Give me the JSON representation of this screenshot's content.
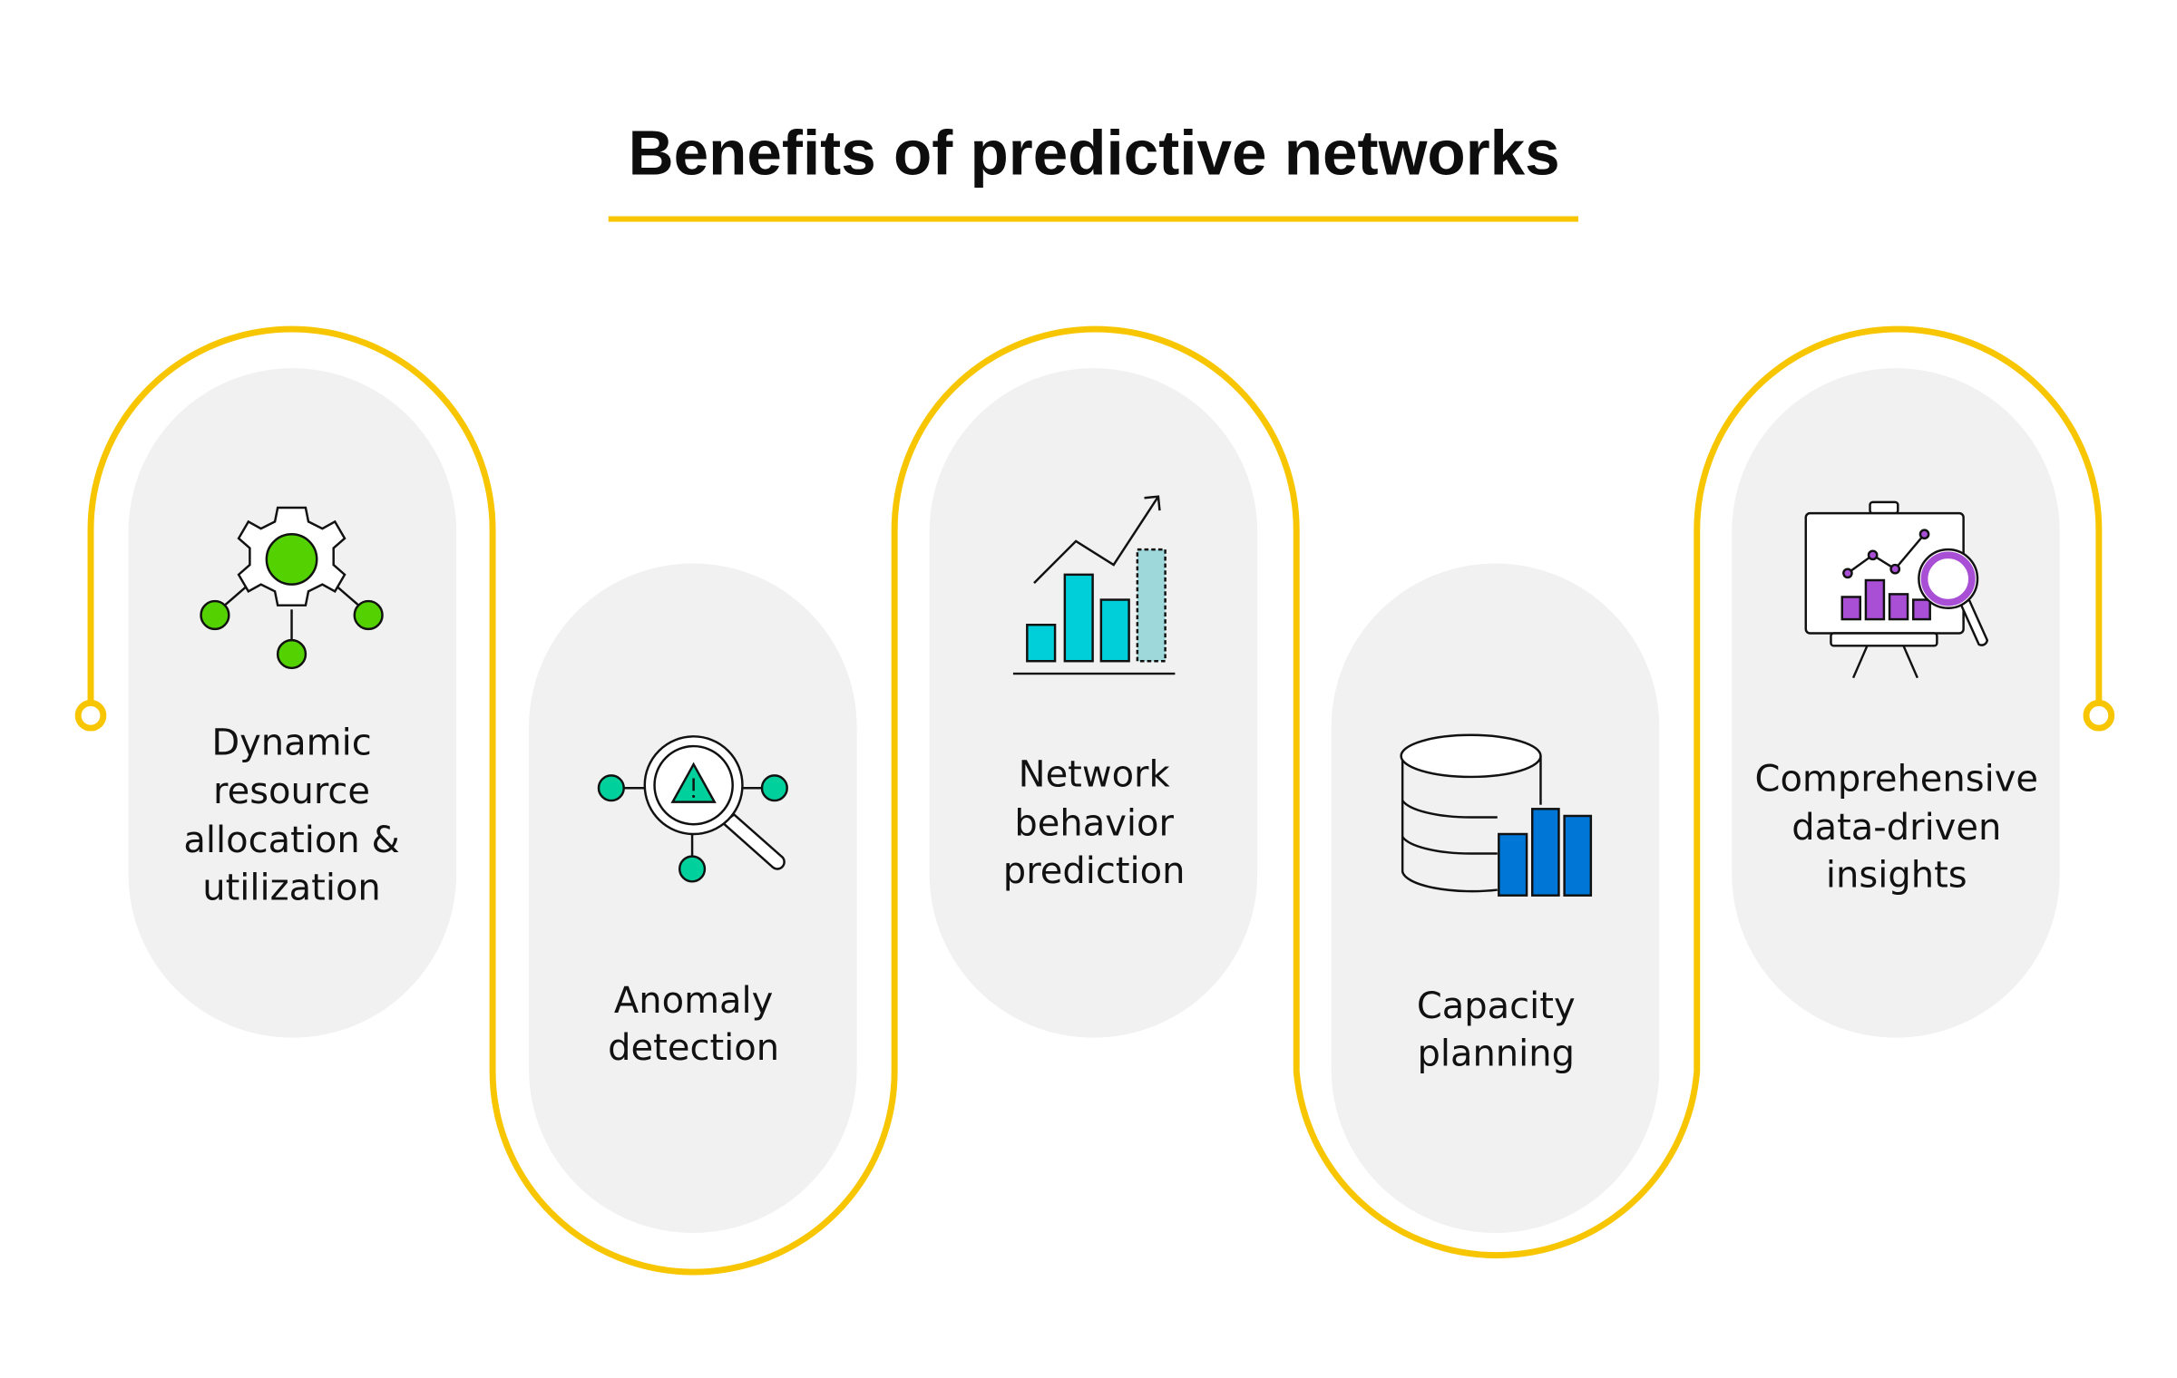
{
  "title": "Benefits of predictive networks",
  "colors": {
    "accent": "#F7C600",
    "card": "#F0F1F0",
    "green": "#54D100",
    "teal": "#00D09C",
    "cyan": "#00CFD9",
    "cyan_light": "#9ED8DB",
    "blue": "#0077D6",
    "purple": "#A94FD6"
  },
  "benefits": [
    {
      "icon": "gear-network-icon",
      "lines": [
        "Dynamic",
        "resource",
        "allocation &",
        "utilization"
      ]
    },
    {
      "icon": "anomaly-magnifier-icon",
      "lines": [
        "Anomaly",
        "detection"
      ]
    },
    {
      "icon": "growth-chart-icon",
      "lines": [
        "Network",
        "behavior",
        "prediction"
      ]
    },
    {
      "icon": "database-chart-icon",
      "lines": [
        "Capacity",
        "planning"
      ]
    },
    {
      "icon": "presentation-insights-icon",
      "lines": [
        "Comprehensive",
        "data-driven",
        "insights"
      ]
    }
  ]
}
